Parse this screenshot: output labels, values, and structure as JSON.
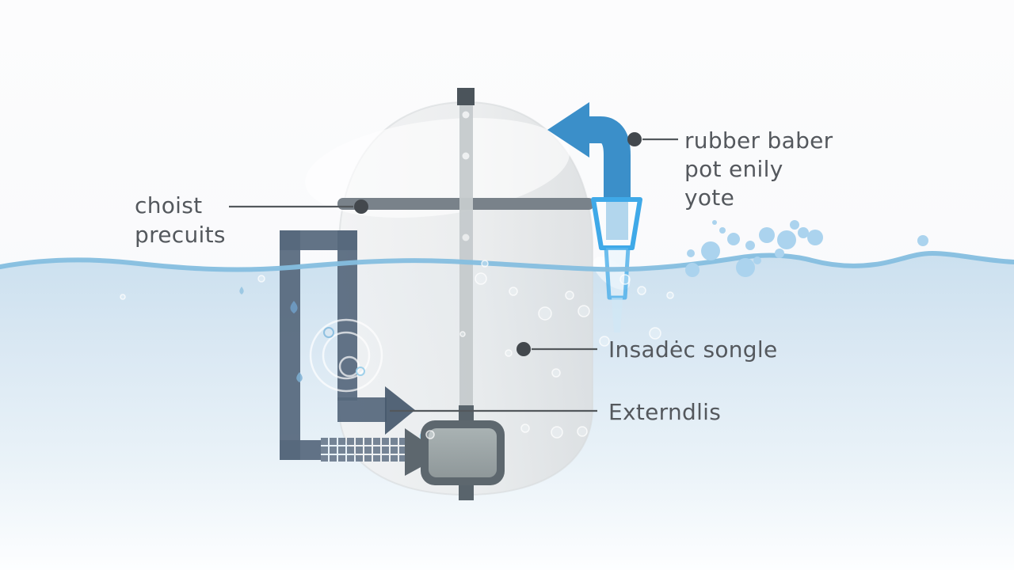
{
  "scene": {
    "description": "Illustrated diagram of a partially submerged tank device with inlet arrow, circulation pipe, mesh grate and motor"
  },
  "labels": {
    "band": {
      "lines": [
        "choist",
        "precuits"
      ]
    },
    "inlet": {
      "lines": [
        "rubber baber",
        "pot enily",
        "yote"
      ]
    },
    "inside": {
      "lines": [
        "Insadėc songle"
      ]
    },
    "external": {
      "lines": [
        "Externdlis"
      ]
    }
  },
  "colors": {
    "water_top": "#cbe0ef",
    "wave_line": "#85bedf",
    "inlet_arrow": "#3b8fc9",
    "cup_outline": "#3fa9e8",
    "pipe_slate": "#56687d",
    "pipe_arrow": "#47596e",
    "tank_band": "#79828a",
    "motor_dark": "#5d676e",
    "label_text": "#54585d",
    "bubble": "#abd3ee",
    "leader": "#53585c"
  }
}
